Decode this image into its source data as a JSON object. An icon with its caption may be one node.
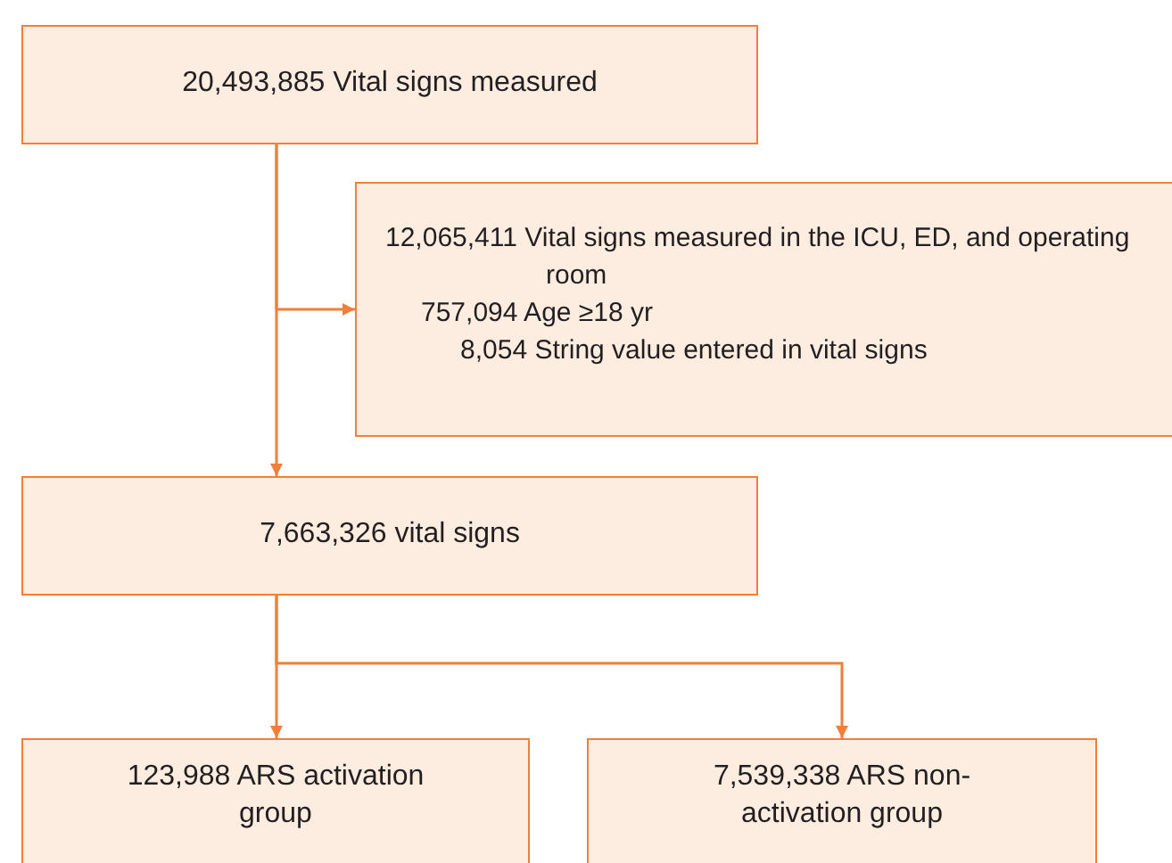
{
  "diagram": {
    "nodes": [
      {
        "text": [
          "20,493,885 Vital signs measured"
        ]
      },
      {
        "text": [
          "12,065,411 Vital signs measured in the ICU, ED, and operating room",
          "757,094 Age ≥18 yr",
          "8,054 String value entered in vital signs"
        ]
      },
      {
        "text": [
          "7,663,326 vital signs"
        ]
      },
      {
        "text": [
          "123,988 ARS activation group"
        ]
      },
      {
        "text": [
          "7,539,338 ARS non-activation group"
        ]
      }
    ],
    "edges": [
      {
        "from": 0,
        "to": 2,
        "arrow": "to"
      },
      {
        "from": 0,
        "to": 1,
        "arrow": "to"
      },
      {
        "from": 2,
        "to": 3,
        "arrow": "to"
      },
      {
        "from": 2,
        "to": 4,
        "arrow": "to"
      }
    ]
  }
}
